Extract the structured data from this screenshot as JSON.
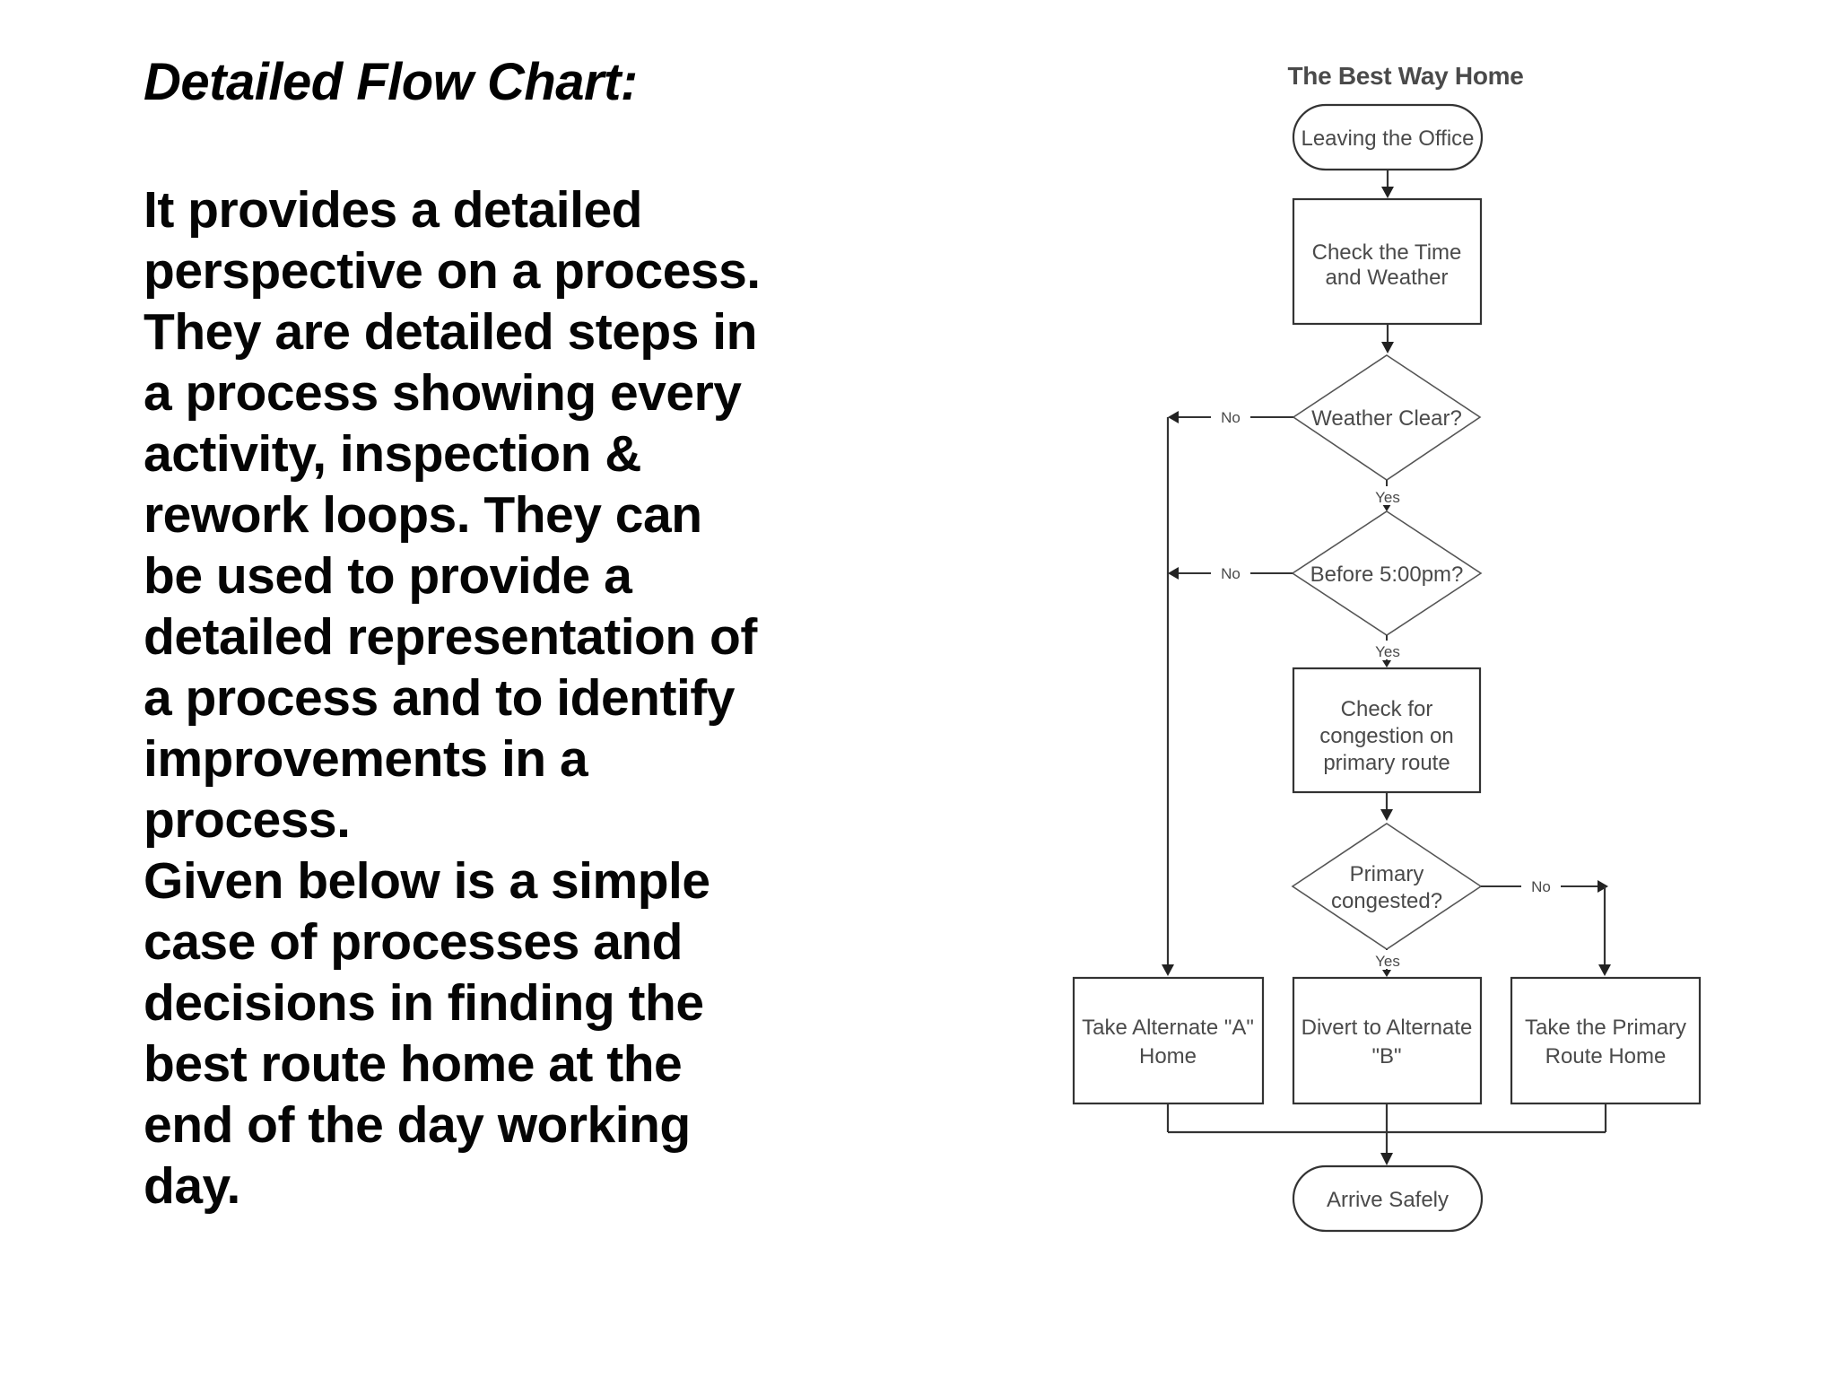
{
  "left_panel": {
    "title": "Detailed Flow Chart:",
    "body_lines": [
      "It provides a detailed",
      "perspective on a process.",
      "They are detailed steps in",
      "a process showing every",
      "activity, inspection &",
      "rework loops. They can",
      "be used to provide a",
      "detailed representation of",
      "a process and to identify",
      "improvements in a",
      "process.",
      "Given below is a simple",
      "case of processes and",
      "decisions in finding the",
      "best route home at the",
      "end of the day working",
      "day."
    ]
  },
  "flowchart": {
    "title": "The Best Way Home",
    "nodes": {
      "start": {
        "type": "terminator",
        "label": "Leaving the Office"
      },
      "check_time": {
        "type": "process",
        "line1": "Check the Time",
        "line2": "and Weather"
      },
      "weather_clear": {
        "type": "decision",
        "label": "Weather Clear?"
      },
      "before_5pm": {
        "type": "decision",
        "label": "Before 5:00pm?"
      },
      "check_congestion": {
        "type": "process",
        "line1": "Check for",
        "line2": "congestion on",
        "line3": "primary route"
      },
      "primary_congested": {
        "type": "decision",
        "line1": "Primary",
        "line2": "congested?"
      },
      "take_alt_a": {
        "type": "process",
        "line1": "Take Alternate \"A\"",
        "line2": "Home"
      },
      "divert_alt_b": {
        "type": "process",
        "line1": "Divert to Alternate",
        "line2": "\"B\""
      },
      "take_primary": {
        "type": "process",
        "line1": "Take the Primary",
        "line2": "Route Home"
      },
      "end": {
        "type": "terminator",
        "label": "Arrive Safely"
      }
    },
    "edge_labels": {
      "no1": "No",
      "no2": "No",
      "no3": "No",
      "yes1": "Yes",
      "yes2": "Yes",
      "yes3": "Yes"
    }
  },
  "colors": {
    "background": "#ffffff",
    "body_text": "#050505",
    "node_text": "#4a4a4a",
    "line": "#333333"
  }
}
